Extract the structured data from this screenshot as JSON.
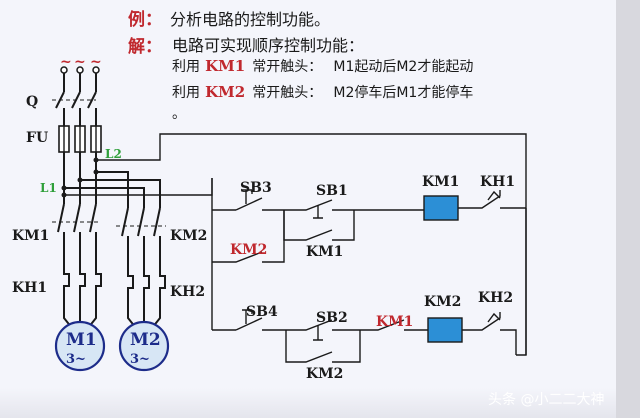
{
  "heading": {
    "example_label": "例：",
    "example_text": "分析电路的控制功能。",
    "solution_label": "解：",
    "solution_text": "电路可实现顺序控制功能："
  },
  "explanation_lines": [
    {
      "prefix": "利用",
      "contact": "KM1",
      "middle": "常开触头：",
      "detail": "M1起动后M2才能起动"
    },
    {
      "prefix": "利用",
      "contact": "KM2",
      "middle": "常开触头：",
      "detail": "M2停车后M1才能停车"
    }
  ],
  "trailing_mark": "。",
  "power_circuit": {
    "supply_symbol": "~",
    "switch_label": "Q",
    "fuse_label": "FU",
    "line_labels": [
      "L1",
      "L2"
    ],
    "contactor_left": "KM1",
    "contactor_right": "KM2",
    "overload_left": "KH1",
    "overload_right": "KH2",
    "motors": [
      {
        "name": "M1",
        "phase": "3~"
      },
      {
        "name": "M2",
        "phase": "3~"
      }
    ]
  },
  "control_circuit": {
    "rung1": {
      "stop": "SB3",
      "start": "SB1",
      "hold": "KM1",
      "interlock": "KM2",
      "coil": "KM1",
      "overload": "KH1"
    },
    "rung2": {
      "stop": "SB4",
      "start": "SB2",
      "hold": "KM2",
      "interlock": "KM1",
      "coil": "KM2",
      "overload": "KH2"
    }
  },
  "watermark": "头条 @小二二大神",
  "colors": {
    "accent_red": "#c0282e",
    "motor_blue": "#1d2c8a",
    "coil_fill": "#2c8fd6",
    "motor_fill": "#d7e6f5"
  }
}
